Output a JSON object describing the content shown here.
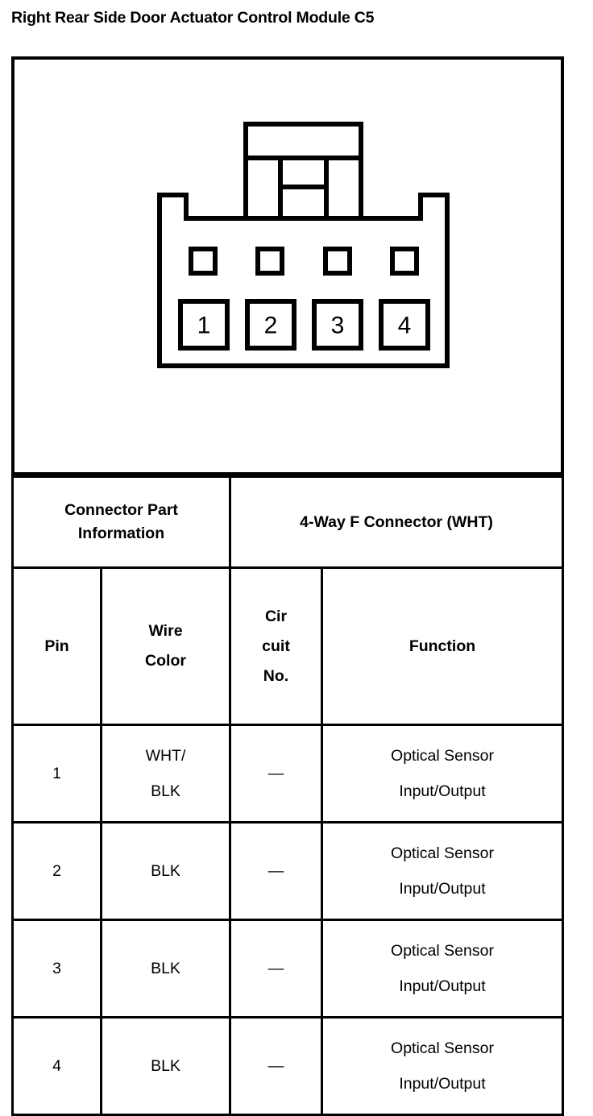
{
  "document": {
    "title": "Right Rear Side Door Actuator Control Module C5"
  },
  "diagram": {
    "name": "4-way-connector-face-view",
    "pin_labels": [
      "1",
      "2",
      "3",
      "4"
    ],
    "cavity_count": 4,
    "latch_position": "top-center"
  },
  "table": {
    "band": {
      "left_label": "Connector Part\nInformation",
      "left_label_line1": "Connector Part",
      "left_label_line2": "Information",
      "right_label": "4-Way F Connector (WHT)"
    },
    "headers": {
      "pin": "Pin",
      "wire_color_line1": "Wire",
      "wire_color_line2": "Color",
      "circuit_no_line1": "Cir",
      "circuit_no_line2": "cuit",
      "circuit_no_line3": "No.",
      "function": "Function"
    },
    "rows": [
      {
        "pin": "1",
        "wire_color_line1": "WHT/",
        "wire_color_line2": "BLK",
        "circuit_no": "—",
        "function_line1": "Optical Sensor",
        "function_line2": "Input/Output"
      },
      {
        "pin": "2",
        "wire_color_line1": "BLK",
        "wire_color_line2": "",
        "circuit_no": "—",
        "function_line1": "Optical Sensor",
        "function_line2": "Input/Output"
      },
      {
        "pin": "3",
        "wire_color_line1": "BLK",
        "wire_color_line2": "",
        "circuit_no": "—",
        "function_line1": "Optical Sensor",
        "function_line2": "Input/Output"
      },
      {
        "pin": "4",
        "wire_color_line1": "BLK",
        "wire_color_line2": "",
        "circuit_no": "—",
        "function_line1": "Optical Sensor",
        "function_line2": "Input/Output"
      }
    ]
  },
  "colors": {
    "ink": "#000000",
    "paper": "#ffffff"
  }
}
